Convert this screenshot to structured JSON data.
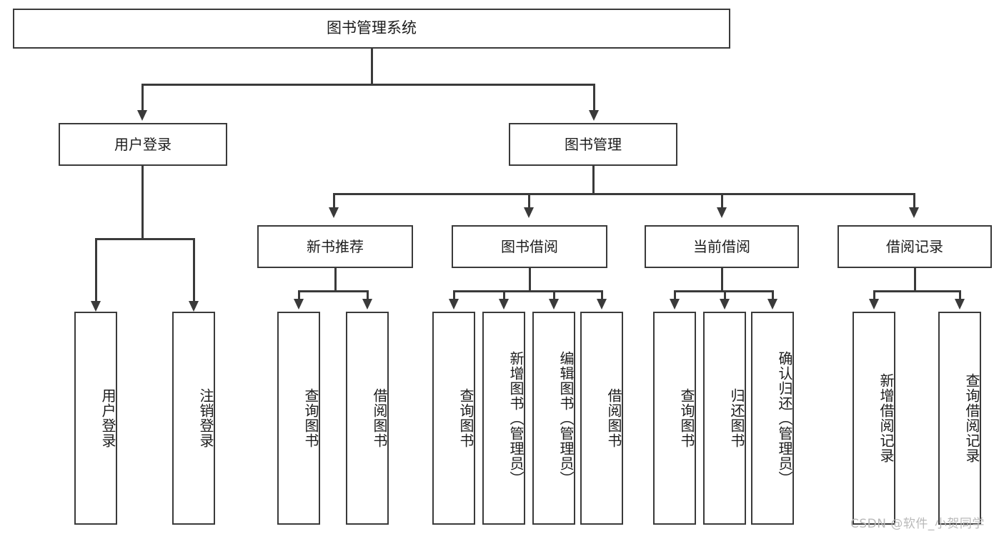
{
  "diagram": {
    "type": "tree-hierarchy-chart",
    "title": "图书管理系统",
    "orientation": "top-down",
    "colors": {
      "box_border": "#3a3a3a",
      "box_fill": "#ffffff",
      "connector": "#3a3a3a",
      "text": "#1c1c1c",
      "watermark": "#b9b9b9",
      "background": "#ffffff"
    }
  },
  "root": {
    "label": "图书管理系统"
  },
  "level2": [
    {
      "id": "user-login",
      "label": "用户登录"
    },
    {
      "id": "book-management",
      "label": "图书管理"
    }
  ],
  "level3": [
    {
      "id": "new-book-recommend",
      "label": "新书推荐",
      "parent": "book-management"
    },
    {
      "id": "book-borrow",
      "label": "图书借阅",
      "parent": "book-management"
    },
    {
      "id": "current-borrow",
      "label": "当前借阅",
      "parent": "book-management"
    },
    {
      "id": "borrow-record",
      "label": "借阅记录",
      "parent": "book-management"
    }
  ],
  "leaves": {
    "user_login": [
      {
        "id": "leaf-user-login",
        "label": "用户登录"
      },
      {
        "id": "leaf-logout-login",
        "label": "注销登录"
      }
    ],
    "new_book_recommend": [
      {
        "id": "leaf-query-book-1",
        "label": "查询图书"
      },
      {
        "id": "leaf-borrow-book-1",
        "label": "借阅图书"
      }
    ],
    "book_borrow": [
      {
        "id": "leaf-query-book-2",
        "label": "查询图书"
      },
      {
        "id": "leaf-add-book",
        "label": "新增图书（管理员）"
      },
      {
        "id": "leaf-edit-book",
        "label": "编辑图书（管理员）"
      },
      {
        "id": "leaf-borrow-book-2",
        "label": "借阅图书"
      }
    ],
    "current_borrow": [
      {
        "id": "leaf-query-book-3",
        "label": "查询图书"
      },
      {
        "id": "leaf-return-book",
        "label": "归还图书"
      },
      {
        "id": "leaf-confirm-return",
        "label": "确认归还（管理员）"
      }
    ],
    "borrow_record": [
      {
        "id": "leaf-add-record",
        "label": "新增借阅记录"
      },
      {
        "id": "leaf-query-record",
        "label": "查询借阅记录"
      }
    ]
  },
  "watermark": {
    "text": "CSDN @软件_小贺同学"
  }
}
